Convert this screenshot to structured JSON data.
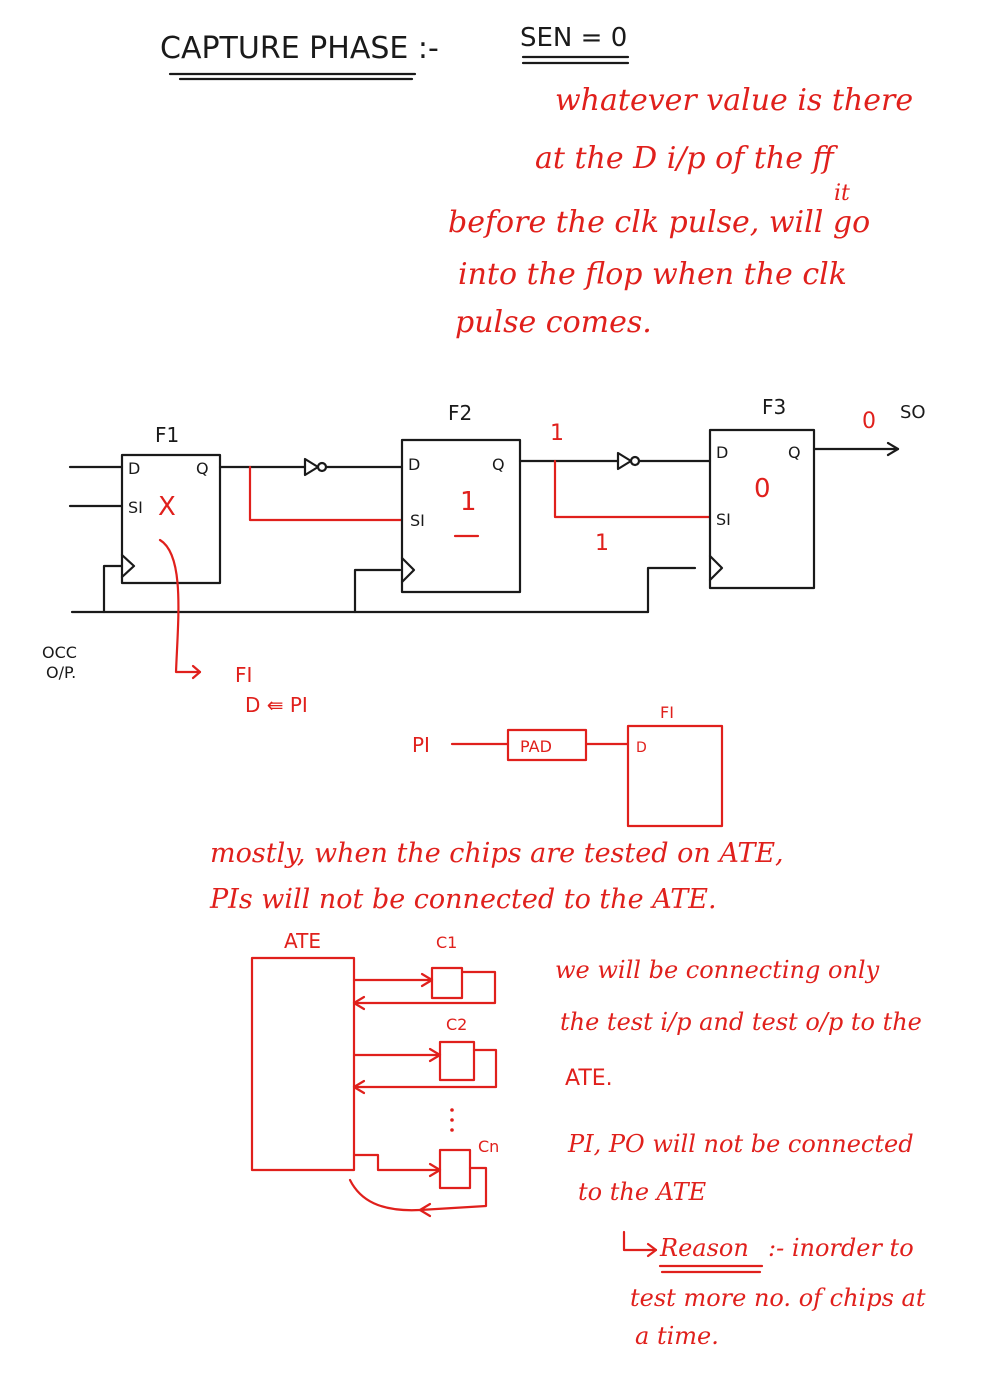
{
  "header": {
    "title": "CAPTURE PHASE :-",
    "sen": "SEN = 0"
  },
  "note_top": {
    "line1": "whatever value is there",
    "line2": "at the D i/p of the ff",
    "insert": "it",
    "line3": "before the clk pulse, will go",
    "line4": "into the flop when the clk",
    "line5": "pulse comes."
  },
  "circuit": {
    "f1": {
      "name": "F1",
      "d": "D",
      "q": "Q",
      "si": "SI",
      "x_mark": "X"
    },
    "f2": {
      "name": "F2",
      "d": "D",
      "q": "Q",
      "si": "SI",
      "value": "1"
    },
    "f3": {
      "name": "F3",
      "d": "D",
      "q": "Q",
      "si": "SI",
      "value": "0"
    },
    "labels": {
      "q2_value": "1",
      "si3_value": "1",
      "out_value": "0",
      "so": "SO"
    },
    "occ": {
      "line1": "OCC",
      "line2": "O/P."
    },
    "annotation": {
      "line1": "FI",
      "line2": "D ⇚ PI"
    }
  },
  "pad_figure": {
    "pi": "PI",
    "pad": "PAD",
    "ff_name": "FI",
    "d": "D"
  },
  "note_middle": {
    "line1": "mostly, when the chips are tested on ATE,",
    "line2": "PIs will not be connected to the ATE."
  },
  "ate_figure": {
    "ate": "ATE",
    "c1": "C1",
    "c2": "C2",
    "cn": "Cn"
  },
  "note_right": {
    "line1": "we will be connecting only",
    "line2": "the test i/p and test o/p to the",
    "line3": "ATE.",
    "line4": "PI, PO will not be connected",
    "line5": "to the ATE",
    "reason_label": "Reason",
    "reason_line1": ":- inorder to",
    "reason_line2": "test more no. of chips at",
    "reason_line3": "a time."
  }
}
